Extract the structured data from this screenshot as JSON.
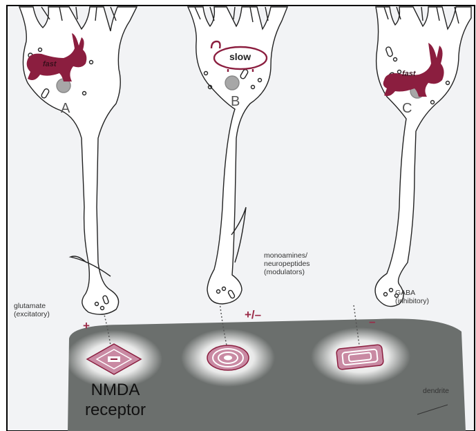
{
  "neurons": [
    {
      "letter": "A",
      "speed": "fast"
    },
    {
      "letter": "B",
      "speed": "slow"
    },
    {
      "letter": "C",
      "speed": "fast"
    }
  ],
  "labels": {
    "glutamate": "glutamate",
    "excitatory": "(excitatory)",
    "monoamines": "monoamines/",
    "neuropeptides": "neuropeptides",
    "modulators": "(modulators)",
    "gaba": "GABA",
    "inhibitory": "(inhibitory)",
    "dendrite": "dendrite",
    "nmda": "NMDA",
    "receptor": "receptor"
  },
  "signs": {
    "plus": "+",
    "plus_minus": "+/–",
    "minus": "–"
  },
  "colors": {
    "accent": "#8b1e3f",
    "receptor": "#c98aa3",
    "dendrite": "#6b6f6d"
  }
}
